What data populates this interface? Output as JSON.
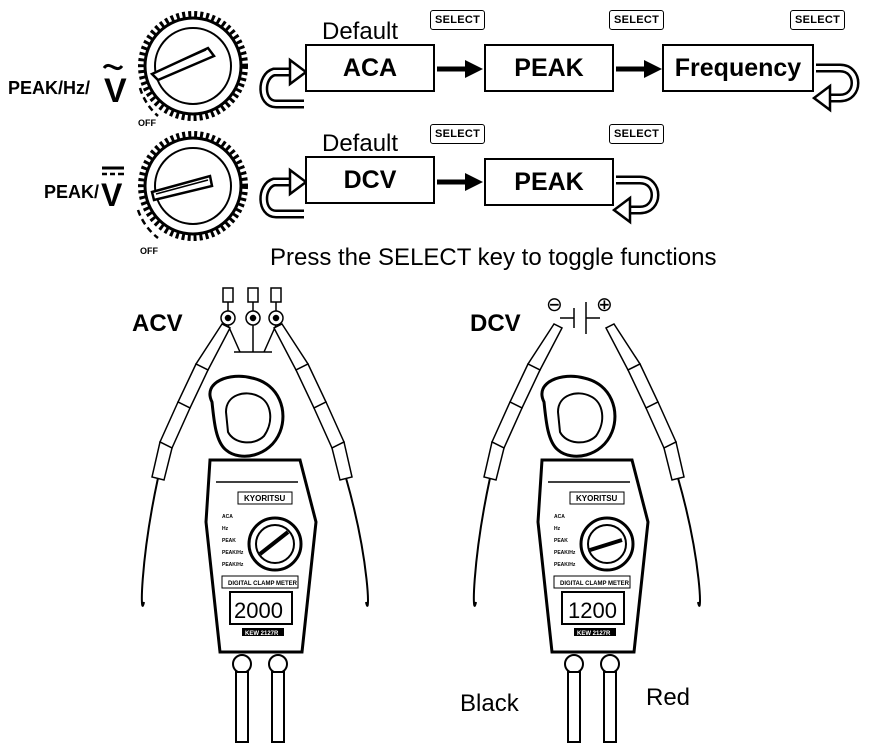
{
  "row1": {
    "dial_label": "PEAK/Hz/",
    "off_label": "OFF",
    "default_label": "Default",
    "boxes": [
      "ACA",
      "PEAK",
      "Frequency"
    ],
    "select_key": "SELECT"
  },
  "row2": {
    "dial_label": "PEAK/",
    "off_label": "OFF",
    "default_label": "Default",
    "boxes": [
      "DCV",
      "PEAK"
    ],
    "select_key": "SELECT"
  },
  "instruction": "Press the SELECT key to toggle functions",
  "left_meter": {
    "mode_label": "ACV",
    "brand": "KYORITSU",
    "display_value": "2000",
    "panel_title": "DIGITAL CLAMP METER",
    "model": "KEW 2127R"
  },
  "right_meter": {
    "mode_label": "DCV",
    "brand": "KYORITSU",
    "display_value": "1200",
    "panel_title": "DIGITAL CLAMP METER",
    "model": "KEW 2127R"
  },
  "lead_labels": {
    "black": "Black",
    "red": "Red"
  },
  "polarity": {
    "minus": "⊖",
    "plus": "⊕"
  }
}
